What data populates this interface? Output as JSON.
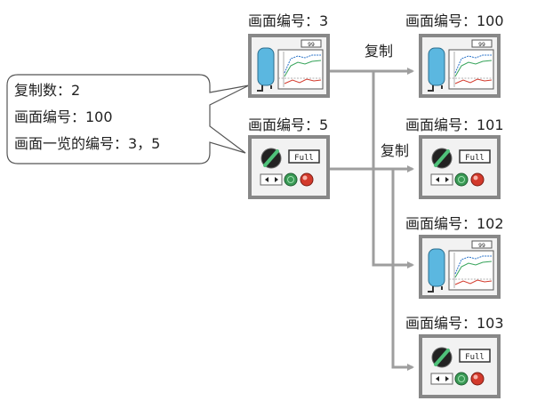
{
  "callout": {
    "copy_count": "复制数：2",
    "screen_number": "画面编号：100",
    "screen_list": "画面一览的编号：3，5"
  },
  "sources": [
    {
      "label": "画面编号：3",
      "type": "trend"
    },
    {
      "label": "画面编号：5",
      "type": "switch"
    }
  ],
  "copy_labels": [
    "复制",
    "复制"
  ],
  "targets": [
    {
      "label": "画面编号：100",
      "type": "trend"
    },
    {
      "label": "画面编号：101",
      "type": "switch"
    },
    {
      "label": "画面编号：102",
      "type": "trend"
    },
    {
      "label": "画面编号：103",
      "type": "switch"
    }
  ],
  "panel_text": {
    "trend_value": "99",
    "switch_display": "Full"
  },
  "colors": {
    "arrow": "#9e9e9e",
    "panel_border": "#888888",
    "tank": "#5bb7e0",
    "lamp_green": "#3a9a55",
    "lamp_red": "#d33a2c"
  }
}
